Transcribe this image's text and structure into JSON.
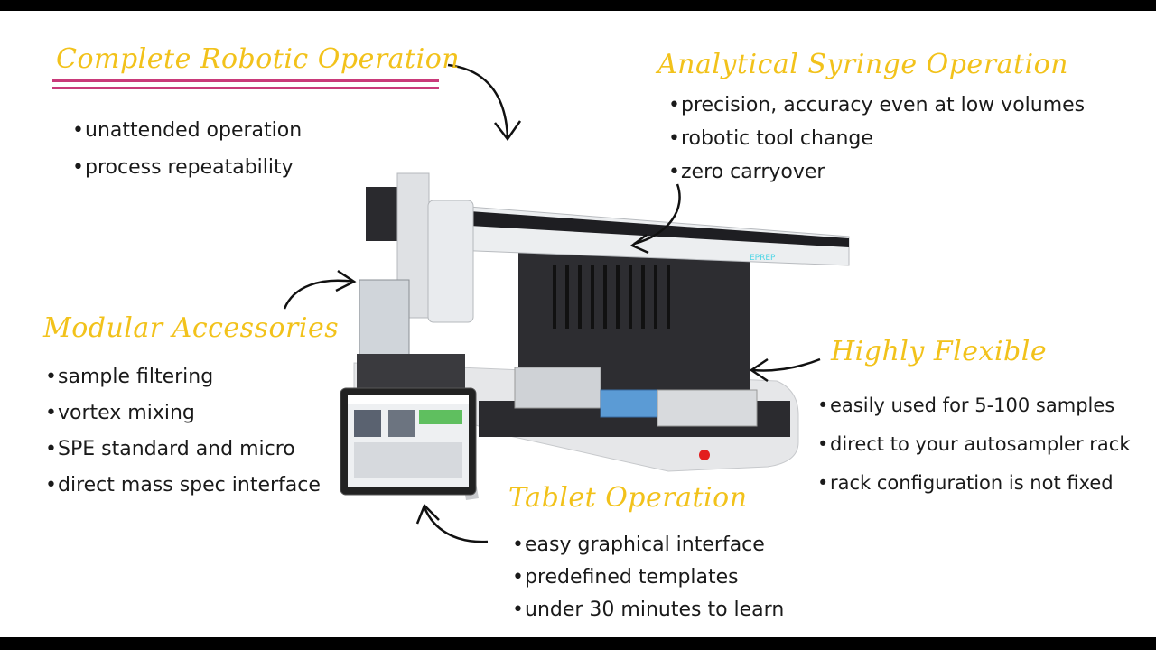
{
  "sections": {
    "robotic": {
      "title": "Complete Robotic Operation",
      "items": [
        "unattended operation",
        "process repeatability"
      ]
    },
    "syringe": {
      "title": "Analytical Syringe Operation",
      "items": [
        "precision, accuracy even at low volumes",
        "robotic tool change",
        "zero carryover"
      ]
    },
    "modular": {
      "title": "Modular Accessories",
      "items": [
        "sample filtering",
        "vortex mixing",
        "SPE standard and micro",
        "direct mass spec interface"
      ]
    },
    "flexible": {
      "title": "Highly Flexible",
      "items": [
        "easily used for 5-100 samples",
        "direct to your autosampler rack",
        "rack configuration is not fixed"
      ]
    },
    "tablet": {
      "title": "Tablet Operation",
      "items": [
        "easy graphical interface",
        "predefined templates",
        "under 30 minutes to learn"
      ]
    }
  },
  "colors": {
    "heading": "#f2c21b",
    "underline": "#c93a7a",
    "text": "#1a1a1a",
    "accent": "#e31d1d"
  }
}
